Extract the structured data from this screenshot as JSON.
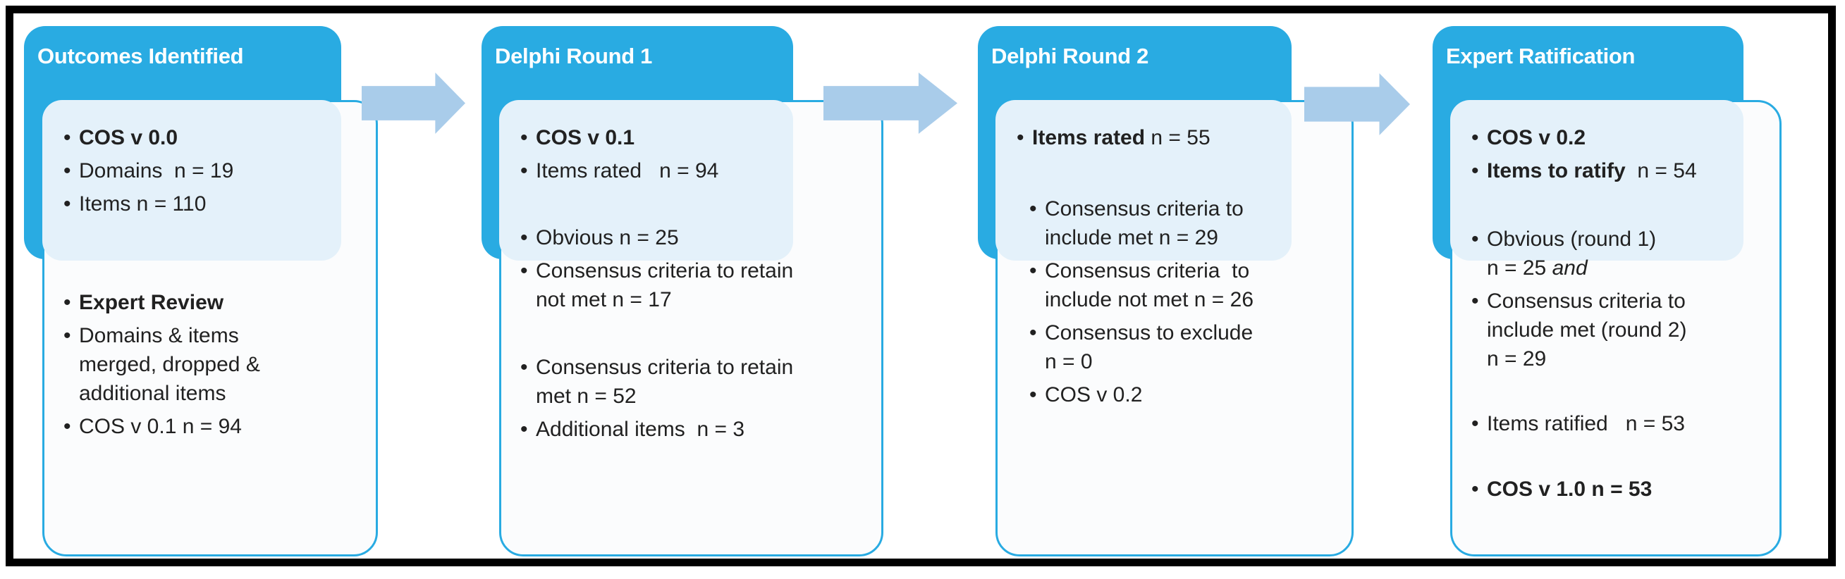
{
  "colors": {
    "header_blue": "#29abe2",
    "tint_blue": "#e4f1fa",
    "box_border_blue": "#29abe2",
    "arrow_blue": "#a9ccea",
    "frame_black": "#000000",
    "text_dark": "#212121",
    "title_white": "#ffffff"
  },
  "stages": [
    {
      "title": "Outcomes Identified",
      "bullets": [
        {
          "lines": [
            [
              {
                "text": "COS v 0.0",
                "bold": true
              }
            ]
          ]
        },
        {
          "lines": [
            [
              {
                "text": "Domains  n = 19"
              }
            ]
          ]
        },
        {
          "lines": [
            [
              {
                "text": "Items n = 110"
              }
            ]
          ]
        },
        {
          "gap_before": 93,
          "lines": [
            [
              {
                "text": "Expert Review",
                "bold": true
              }
            ]
          ]
        },
        {
          "lines": [
            [
              {
                "text": "Domains & items"
              }
            ],
            [
              {
                "text": "merged, dropped &"
              }
            ],
            [
              {
                "text": "additional items"
              }
            ]
          ]
        },
        {
          "lines": [
            [
              {
                "text": "COS v 0.1 n = 94"
              }
            ]
          ]
        }
      ]
    },
    {
      "title": "Delphi Round 1",
      "bullets": [
        {
          "lines": [
            [
              {
                "text": "COS v 0.1",
                "bold": true
              }
            ]
          ]
        },
        {
          "lines": [
            [
              {
                "text": "Items rated   n = 94"
              }
            ]
          ]
        },
        {
          "gap_before": 48,
          "lines": [
            [
              {
                "text": "Obvious n = 25"
              }
            ]
          ]
        },
        {
          "lines": [
            [
              {
                "text": "Consensus criteria to retain"
              }
            ],
            [
              {
                "text": "not met n = 17"
              }
            ]
          ]
        },
        {
          "gap_before": 49,
          "lines": [
            [
              {
                "text": "Consensus criteria to retain"
              }
            ],
            [
              {
                "text": "met n = 52"
              }
            ]
          ]
        },
        {
          "lines": [
            [
              {
                "text": "Additional items  n = 3"
              }
            ]
          ]
        }
      ]
    },
    {
      "title": "Delphi Round 2",
      "bullets": [
        {
          "lines": [
            [
              {
                "text": "Items rated ",
                "bold": true
              },
              {
                "text": "n = 55"
              }
            ]
          ]
        },
        {
          "gap_before": 54,
          "indent": 1,
          "lines": [
            [
              {
                "text": "Consensus criteria to"
              }
            ],
            [
              {
                "text": "include met n = 29"
              }
            ]
          ]
        },
        {
          "indent": 1,
          "lines": [
            [
              {
                "text": "Consensus criteria  to"
              }
            ],
            [
              {
                "text": "include not met n = 26"
              }
            ]
          ]
        },
        {
          "indent": 1,
          "lines": [
            [
              {
                "text": "Consensus to exclude"
              }
            ],
            [
              {
                "text": "n = 0"
              }
            ]
          ]
        },
        {
          "indent": 1,
          "lines": [
            [
              {
                "text": "COS v 0.2"
              }
            ]
          ]
        }
      ]
    },
    {
      "title": "Expert Ratification",
      "bullets": [
        {
          "lines": [
            [
              {
                "text": "COS v 0.2",
                "bold": true
              }
            ]
          ]
        },
        {
          "lines": [
            [
              {
                "text": "Items to ratify",
                "bold": true
              },
              {
                "text": "  n = 54"
              }
            ]
          ]
        },
        {
          "gap_before": 50,
          "lines": [
            [
              {
                "text": "Obvious (round 1)"
              }
            ],
            [
              {
                "text": "n = 25 "
              },
              {
                "text": "and",
                "italic": true
              }
            ]
          ]
        },
        {
          "lines": [
            [
              {
                "text": "Consensus criteria to"
              }
            ],
            [
              {
                "text": "include met (round 2)"
              }
            ],
            [
              {
                "text": "n = 29"
              }
            ]
          ]
        },
        {
          "gap_before": 45,
          "lines": [
            [
              {
                "text": "Items ratified   n = 53"
              }
            ]
          ]
        },
        {
          "gap_before": 46,
          "lines": [
            [
              {
                "text": "COS v 1.0 n = 53",
                "bold": true
              }
            ]
          ]
        }
      ]
    }
  ],
  "arrows": [
    {
      "name": "arrow-outcomes-to-round1"
    },
    {
      "name": "arrow-round1-to-round2"
    },
    {
      "name": "arrow-round2-to-ratification"
    }
  ]
}
